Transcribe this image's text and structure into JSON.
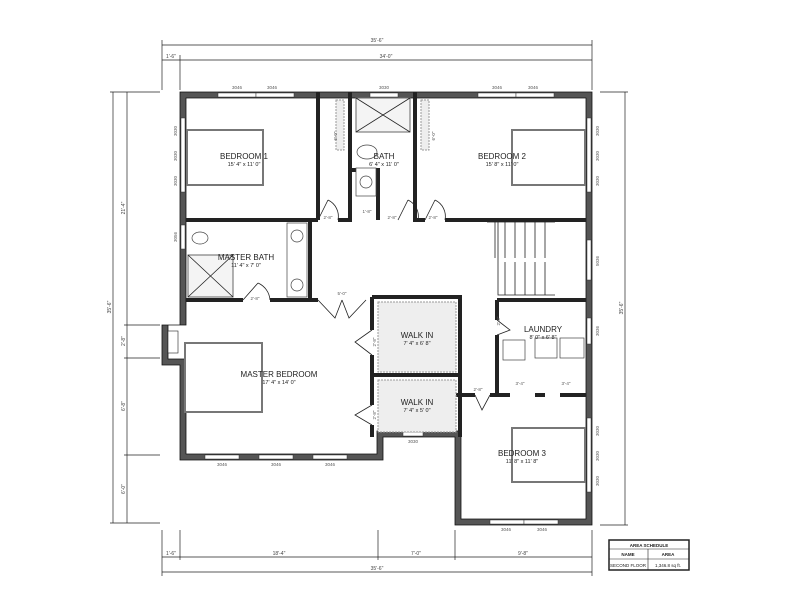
{
  "rooms": {
    "bedroom1": {
      "name": "BEDROOM 1",
      "size": "15' 4\" x 11' 0\""
    },
    "bath": {
      "name": "BATH",
      "size": "6' 4\" x 11' 0\""
    },
    "bedroom2": {
      "name": "BEDROOM 2",
      "size": "15' 8\" x 11' 0\""
    },
    "master_bath": {
      "name": "MASTER BATH",
      "size": "11' 4\" x 7' 0\""
    },
    "master_bedroom": {
      "name": "MASTER BEDROOM",
      "size": "17' 4\" x 14' 0\""
    },
    "walk_in_1": {
      "name": "WALK IN",
      "size": "7' 4\" x 6' 8\""
    },
    "walk_in_2": {
      "name": "WALK IN",
      "size": "7' 4\" x 5' 0\""
    },
    "laundry": {
      "name": "LAUNDRY",
      "size": "8' 0\" x 6' 8\""
    },
    "bedroom3": {
      "name": "BEDROOM 3",
      "size": "11' 8\" x 11' 8\""
    }
  },
  "dimensions": {
    "top_overall": "35'-6\"",
    "top_left": "1'-6\"",
    "top_main": "34'-0\"",
    "left_overall": "35'-6\"",
    "left_1": "21'-4\"",
    "left_2": "2'-8\"",
    "left_3": "6'-8\"",
    "left_4": "6'-0\"",
    "right_overall": "35'-6\"",
    "bottom_1": "1'-6\"",
    "bottom_2": "18'-4\"",
    "bottom_3": "7'-0\"",
    "bottom_4": "9'-8\"",
    "bottom_overall": "35'-6\""
  },
  "doors": [
    "2'-8\"",
    "1'-8\"",
    "2'-8\"",
    "2'-8\"",
    "2'-8\"",
    "5'-0\"",
    "2'-8\"",
    "2'-8\"",
    "2'-8\"",
    "2'-8\"",
    "3'-4\"",
    "3'-4\"",
    "6'-0\"",
    "6'-0\""
  ],
  "windows": {
    "top": [
      "3046",
      "3046",
      "3030",
      "3046",
      "3046"
    ],
    "left": [
      "3030",
      "3030",
      "3030",
      "3056"
    ],
    "right": [
      "3030",
      "3030",
      "3030",
      "5036",
      "3036",
      "3030",
      "3030",
      "3030"
    ],
    "bottom": [
      "3046",
      "3046",
      "3046",
      "3030",
      "3046",
      "3046"
    ]
  },
  "area_schedule": {
    "title": "AREA SCHEDULE",
    "headers": [
      "NAME",
      "AREA"
    ],
    "rows": [
      [
        "SECOND FLOOR",
        "1,346.8 sq ft."
      ]
    ]
  }
}
